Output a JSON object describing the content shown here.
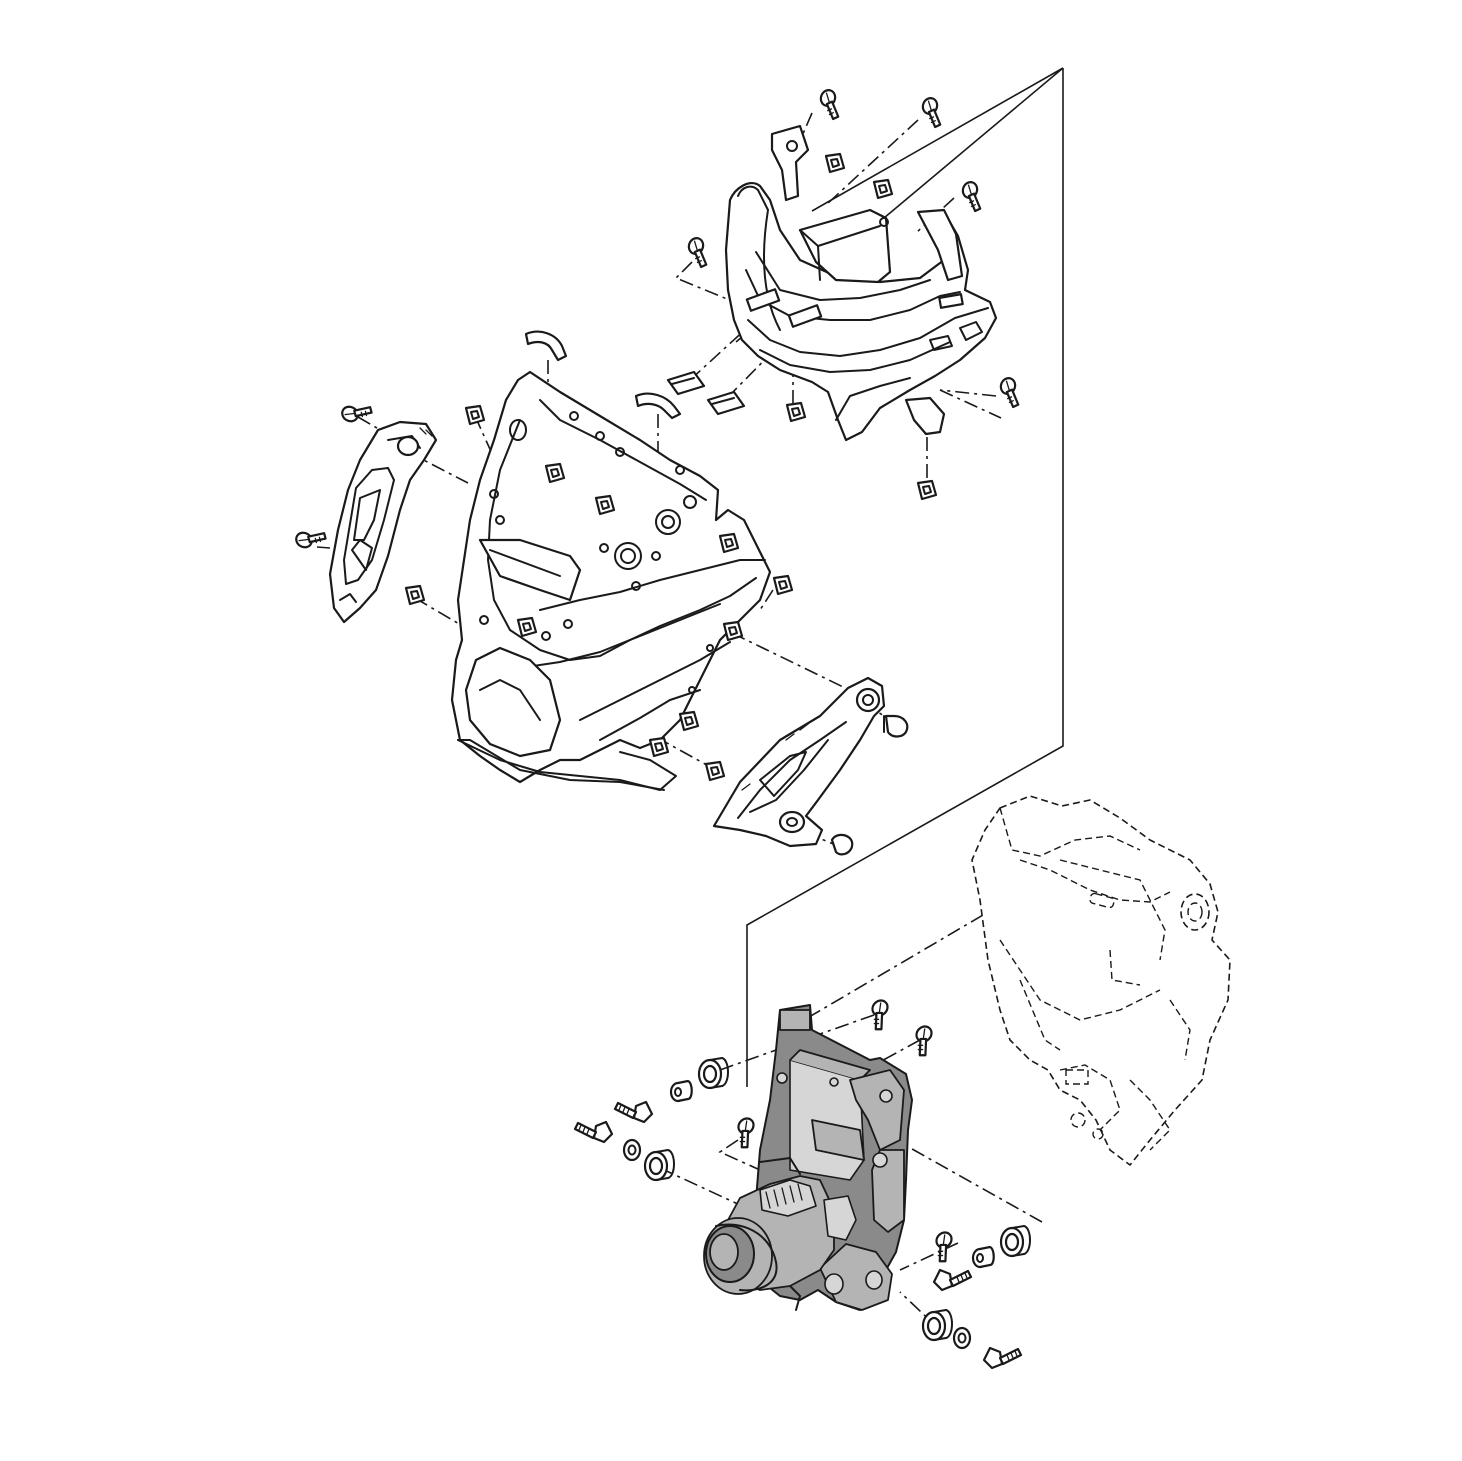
{
  "diagram": {
    "type": "exploded-parts-view",
    "parts": [
      {
        "name": "front-cowl-inner-frame",
        "icon": "cowl-frame-icon"
      },
      {
        "name": "front-cowl-outer-panel",
        "icon": "cowl-panel-icon"
      },
      {
        "name": "left-side-trim-panel",
        "icon": "side-trim-icon"
      },
      {
        "name": "right-side-trim-panel",
        "icon": "side-trim-icon"
      },
      {
        "name": "headlight-assembly",
        "icon": "headlight-icon"
      },
      {
        "name": "frame-head-pipe",
        "icon": "frame-icon"
      },
      {
        "name": "screw",
        "icon": "screw-icon"
      },
      {
        "name": "clip-nut",
        "icon": "clip-nut-icon"
      },
      {
        "name": "damper",
        "icon": "damper-icon"
      },
      {
        "name": "grommet",
        "icon": "grommet-icon"
      },
      {
        "name": "collar",
        "icon": "collar-icon"
      },
      {
        "name": "washer",
        "icon": "washer-icon"
      }
    ],
    "colors": {
      "line": "#1a1a1a",
      "background": "#ffffff",
      "shade_dark": "#8a8a8a",
      "shade_mid": "#b4b4b4",
      "shade_light": "#d6d6d6"
    }
  }
}
